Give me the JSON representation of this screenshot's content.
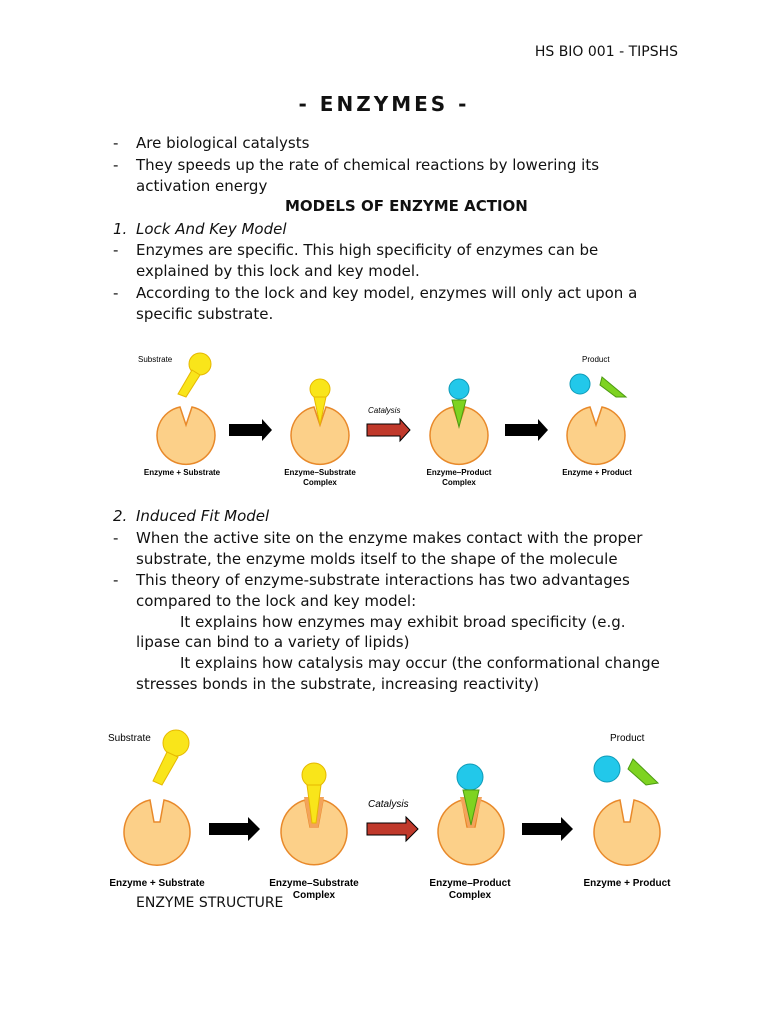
{
  "header": "HS BIO 001 - TIPSHS",
  "title": "- ENZYMES -",
  "intro": [
    {
      "dash": "-",
      "text": "Are biological catalysts"
    },
    {
      "dash": "-",
      "text": "They speeds up the rate of chemical reactions by lowering its activation energy"
    }
  ],
  "models_heading": "MODELS OF ENZYME ACTION",
  "model1": {
    "number": "1.",
    "title": "Lock And Key Model",
    "bullets": [
      {
        "dash": "-",
        "text": "Enzymes are specific. This high specificity of enzymes can be explained by this lock and key model."
      },
      {
        "dash": "-",
        "text": "According to the lock and key model, enzymes will only act upon a specific substrate."
      }
    ]
  },
  "diagram1": {
    "substrate": "Substrate",
    "product": "Product",
    "catalysis": "Catalysis",
    "captions": [
      "Enzyme + Substrate",
      "Enzyme–Substrate",
      "Complex",
      "Enzyme–Product",
      "Complex",
      "Enzyme + Product"
    ]
  },
  "model2": {
    "number": "2.",
    "title": "Induced Fit Model",
    "bullets": [
      {
        "dash": "-",
        "text": "When the active site on the enzyme makes contact with the proper substrate, the enzyme molds itself to the shape of the molecule"
      },
      {
        "dash": "-",
        "text": "This theory of enzyme-substrate interactions has two advantages compared to the lock and key model:"
      }
    ],
    "sub": [
      "It explains how enzymes may exhibit broad specificity (e.g.",
      "lipase can bind to a variety of lipids)",
      "It explains how catalysis may occur (the conformational change",
      "stresses bonds in the substrate, increasing reactivity)"
    ]
  },
  "diagram2": {
    "substrate": "Substrate",
    "product": "Product",
    "catalysis": "Catalysis",
    "captions": [
      "Enzyme + Substrate",
      "Enzyme–Substrate",
      "Complex",
      "Enzyme–Product",
      "Complex",
      "Enzyme + Product"
    ]
  },
  "caption": "ENZYME STRUCTURE",
  "colors": {
    "enzyme": "#fcd089",
    "enzyme_stroke": "#e8892a",
    "substrate": "#f9e51a",
    "product_circle": "#22c8ea",
    "product_wedge": "#7ed321",
    "arrow": "#000000",
    "catalysis_arrow": "#c0392b"
  }
}
